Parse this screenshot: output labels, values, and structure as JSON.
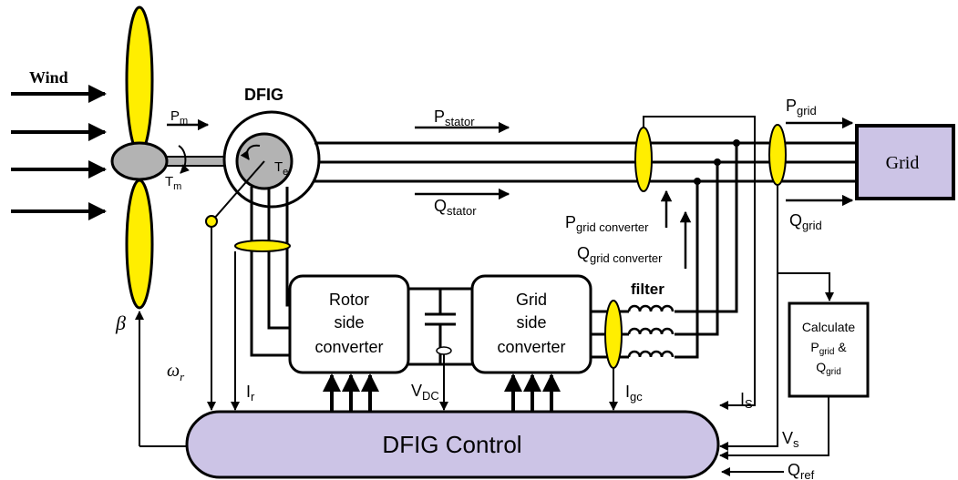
{
  "labels": {
    "wind": "Wind",
    "dfig": "DFIG",
    "pm_main": "P",
    "pm_sub": "m",
    "tm_main": "T",
    "tm_sub": "m",
    "te_main": "T",
    "te_sub": "e",
    "beta": "β",
    "omega_main": "ω",
    "omega_sub": "r",
    "ir_main": "I",
    "ir_sub": "r",
    "pstator_main": "P",
    "pstator_sub": "stator",
    "qstator_main": "Q",
    "qstator_sub": "stator",
    "pgrid_main": "P",
    "pgrid_sub": "grid",
    "qgrid_main": "Q",
    "qgrid_sub": "grid",
    "grid": "Grid",
    "pgridconv_main": "P",
    "pgridconv_sub": "grid converter",
    "qgridconv_main": "Q",
    "qgridconv_sub": "grid converter",
    "rotor_conv_l1": "Rotor",
    "rotor_conv_l2": "side",
    "rotor_conv_l3": "converter",
    "grid_conv_l1": "Grid",
    "grid_conv_l2": "side",
    "grid_conv_l3": "converter",
    "filter": "filter",
    "vdc_main": "V",
    "vdc_sub": "DC",
    "igc_main": "I",
    "igc_sub": "gc",
    "is_main": "I",
    "is_sub": "S",
    "vs_main": "V",
    "vs_sub": "s",
    "qref_main": "Q",
    "qref_sub": "ref",
    "calc_l1": "Calculate",
    "calc_p_main": "P",
    "calc_p_sub": "grid",
    "calc_amp": "&",
    "calc_q_main": "Q",
    "calc_q_sub": "grid",
    "control": "DFIG Control"
  },
  "colors": {
    "blade": "#ffee00",
    "hub": "#b3b3b3",
    "grid_box": "#ccc4e6",
    "control_box": "#ccc4e6",
    "ellipse_sensor": "#ffee00",
    "line": "#000000"
  }
}
